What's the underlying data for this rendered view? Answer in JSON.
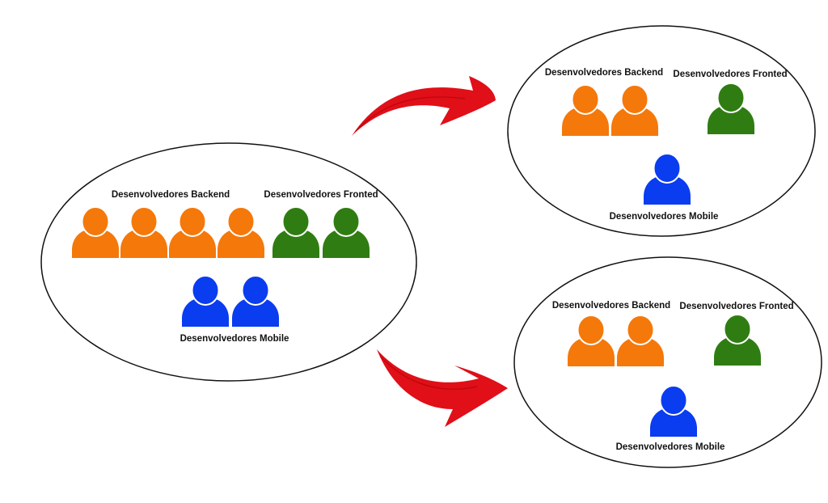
{
  "colors": {
    "backend": "#f5780a",
    "frontend": "#2f7d12",
    "mobile": "#0a3cf0",
    "arrow": "#e00f18",
    "outline": "#111111"
  },
  "teams": {
    "main": {
      "backend_label": "Desenvolvedores Backend",
      "frontend_label": "Desenvolvedores Fronted",
      "mobile_label": "Desenvolvedores Mobile",
      "backend_count": 4,
      "frontend_count": 2,
      "mobile_count": 2
    },
    "split_top": {
      "backend_label": "Desenvolvedores Backend",
      "frontend_label": "Desenvolvedores Fronted",
      "mobile_label": "Desenvolvedores Mobile",
      "backend_count": 2,
      "frontend_count": 1,
      "mobile_count": 1
    },
    "split_bottom": {
      "backend_label": "Desenvolvedores Backend",
      "frontend_label": "Desenvolvedores Fronted",
      "mobile_label": "Desenvolvedores Mobile",
      "backend_count": 2,
      "frontend_count": 1,
      "mobile_count": 1
    }
  },
  "arrows": [
    {
      "from": "main",
      "to": "split_top"
    },
    {
      "from": "main",
      "to": "split_bottom"
    }
  ],
  "icons": {
    "person": "person-icon",
    "arrow": "arrow-icon"
  }
}
